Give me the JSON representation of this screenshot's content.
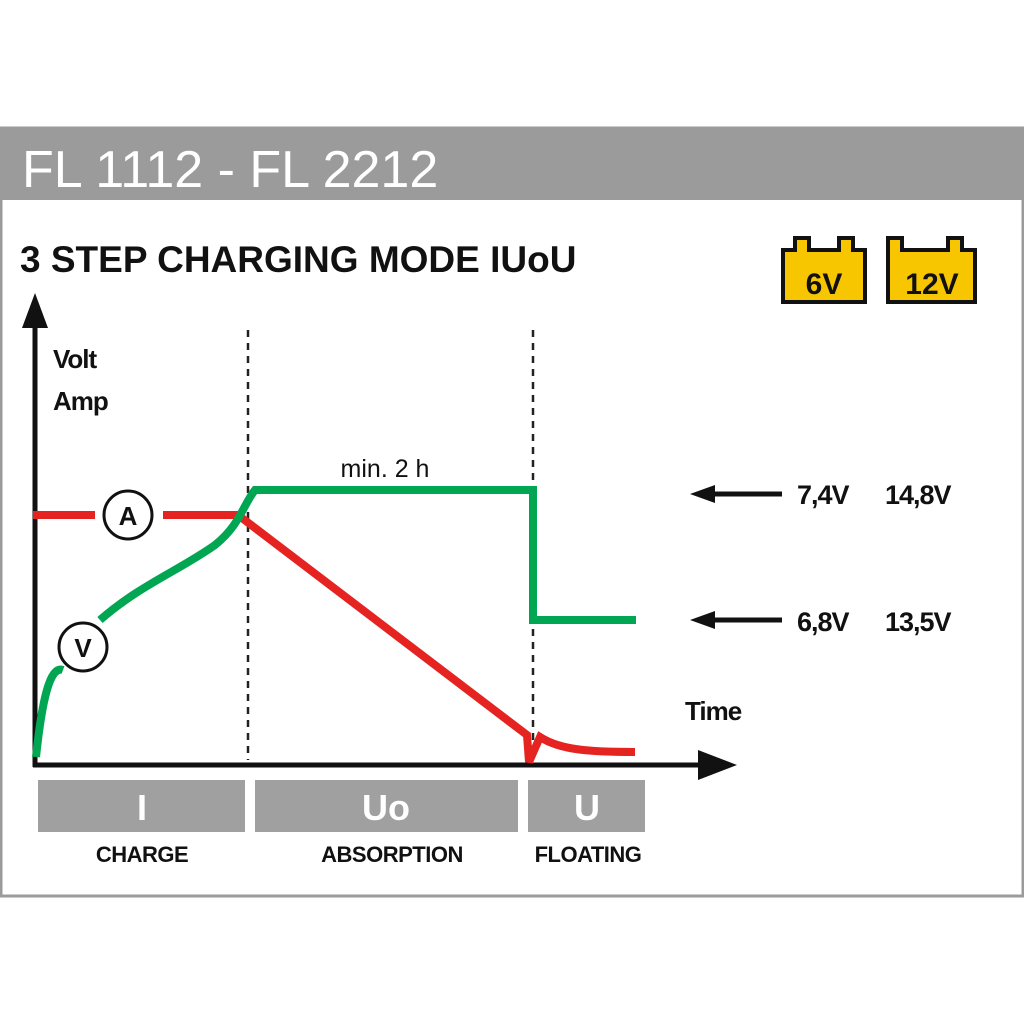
{
  "header": {
    "title": "FL 1112 - FL 2212"
  },
  "diagram": {
    "title": "3 STEP CHARGING MODE  IUoU",
    "batteries": [
      {
        "label": "6V"
      },
      {
        "label": "12V"
      }
    ],
    "y_axis_label_1": "Volt",
    "y_axis_label_2": "Amp",
    "x_axis_label": "Time",
    "current_marker": "A",
    "voltage_marker": "V",
    "duration_label": "min. 2 h",
    "levels": [
      {
        "v6": "7,4V",
        "v12": "14,8V"
      },
      {
        "v6": "6,8V",
        "v12": "13,5V"
      }
    ],
    "phases": [
      {
        "code": "I",
        "name": "CHARGE"
      },
      {
        "code": "Uo",
        "name": "ABSORPTION"
      },
      {
        "code": "U",
        "name": "FLOATING"
      }
    ],
    "colors": {
      "voltage": "#00a651",
      "current": "#e52421",
      "battery": "#f7c600",
      "header": "#9b9b9b"
    }
  }
}
